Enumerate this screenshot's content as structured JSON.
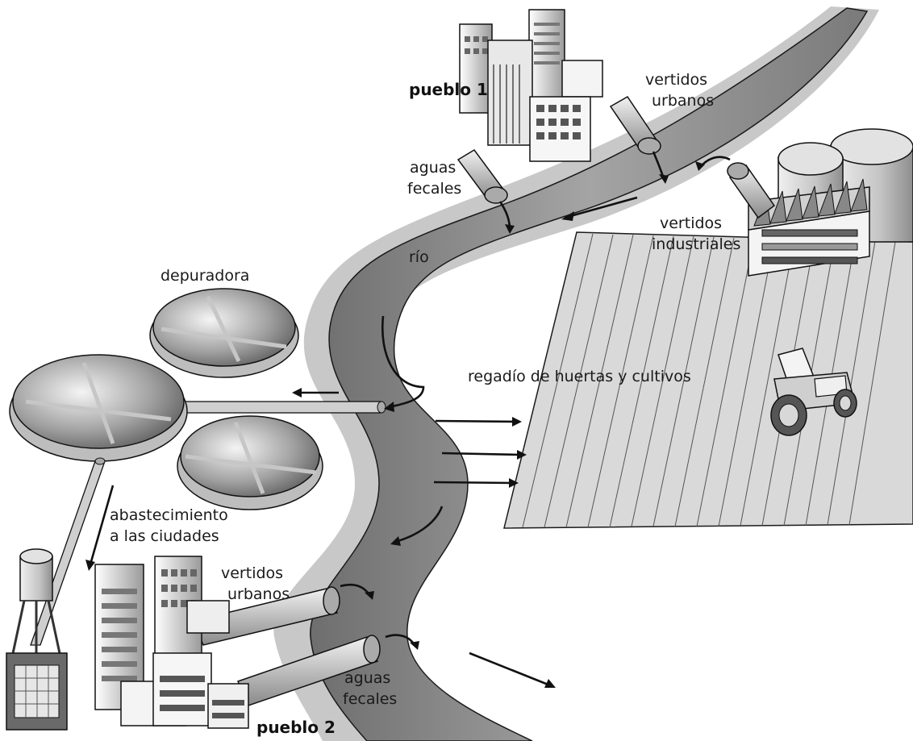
{
  "labels": {
    "pueblo1": "pueblo 1",
    "vertidos_urbanos_top_1": "vertidos",
    "vertidos_urbanos_top_2": "urbanos",
    "aguas_fecales_top_1": "aguas",
    "aguas_fecales_top_2": "fecales",
    "vertidos_industriales_1": "vertidos",
    "vertidos_industriales_2": "industriales",
    "rio": "río",
    "depuradora": "depuradora",
    "regadio": "regadío de huertas y cultivos",
    "abastecimiento_1": "abastecimiento",
    "abastecimiento_2": "a las ciudades",
    "vertidos_urbanos_bottom_1": "vertidos",
    "vertidos_urbanos_bottom_2": "urbanos",
    "aguas_fecales_bottom_1": "aguas",
    "aguas_fecales_bottom_2": "fecales",
    "pueblo2": "pueblo 2"
  },
  "colors": {
    "river_bank": "#c8c8c8",
    "river_water": "#8f8f8f",
    "field": "#d9d9d9",
    "outline": "#1a1a1a"
  }
}
